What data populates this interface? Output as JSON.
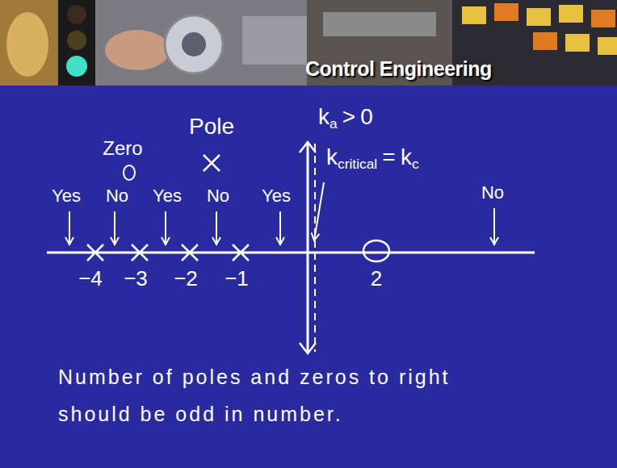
{
  "diagram": {
    "title": "Control Engineering",
    "caption": "Number of poles and zeros to right should be odd in number.",
    "labels": [
      "k",
      "a",
      ">",
      "0",
      "k",
      "critical",
      "=",
      "k",
      "c",
      "Yes",
      "No",
      "Yes",
      "No",
      "Yes",
      "No",
      "−4",
      "−3",
      "−2",
      "−1",
      "2"
    ],
    "legend": [
      {
        "text": "Zero"
      },
      {
        "text": "Pole"
      }
    ]
  }
}
